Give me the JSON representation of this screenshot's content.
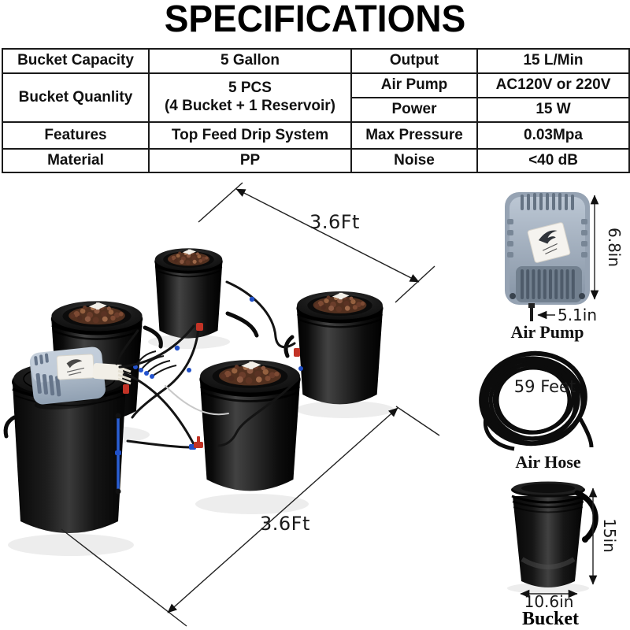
{
  "title": "SPECIFICATIONS",
  "spec_table": {
    "left": {
      "rows": [
        {
          "label": "Bucket Capacity",
          "value": "5 Gallon"
        },
        {
          "label": "Bucket Quanlity",
          "value_line1": "5 PCS",
          "value_line2": "(4 Bucket + 1 Reservoir)"
        },
        {
          "label": "Features",
          "value": "Top Feed Drip System"
        },
        {
          "label": "Material",
          "value": "PP"
        }
      ]
    },
    "right": {
      "rows": [
        {
          "label": "Output",
          "value": "15 L/Min"
        },
        {
          "label": "Air Pump",
          "value": "AC120V or 220V"
        },
        {
          "label": "Power",
          "value": "15 W"
        },
        {
          "label": "Max Pressure",
          "value": "0.03Mpa"
        },
        {
          "label": "Noise",
          "value": "<40 dB"
        }
      ]
    }
  },
  "diagram": {
    "top_width_label": "3.6Ft",
    "bottom_width_label": "3.6Ft"
  },
  "side_panel": {
    "air_pump": {
      "height_label": "6.8in",
      "width_label": "5.1in",
      "caption": "Air Pump"
    },
    "air_hose": {
      "length_label": "59 Feet",
      "caption": "Air Hose"
    },
    "bucket": {
      "height_label": "15in",
      "width_label": "10.6in",
      "caption": "Bucket"
    }
  },
  "colors": {
    "table_border": "#1a1a1a",
    "bucket_black": "#0d0d0d",
    "pump_gray_blue": "#a9b6c6",
    "connector_blue": "#2050c8",
    "fitting_red": "#c23326",
    "pebble_brown": "#7d4a33"
  }
}
